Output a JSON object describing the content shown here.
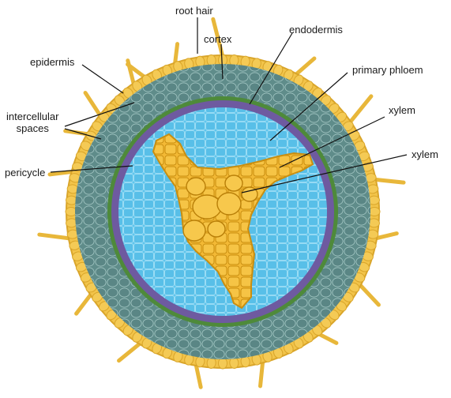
{
  "labels": {
    "root_hair": "root hair",
    "cortex": "cortex",
    "endodermis": "endodermis",
    "epidermis": "epidermis",
    "primary_phloem": "primary phloem",
    "intercellular_spaces_1": "intercellular",
    "intercellular_spaces_2": "spaces",
    "xylem_1": "xylem",
    "xylem_2": "xylem",
    "pericycle": "pericycle"
  },
  "colors": {
    "epidermis": "#f2c44a",
    "epidermis_edge": "#d9a52a",
    "cortex": "#5f8c8a",
    "cortex_cell_edge": "#9fc3c0",
    "endodermis": "#4e8a3a",
    "pericycle": "#6e5aa0",
    "phloem_stele": "#5cc4ec",
    "stele_cell_edge": "#a9e2f7",
    "xylem": "#f3b935",
    "xylem_edge": "#c98e10",
    "leader": "#111111"
  }
}
